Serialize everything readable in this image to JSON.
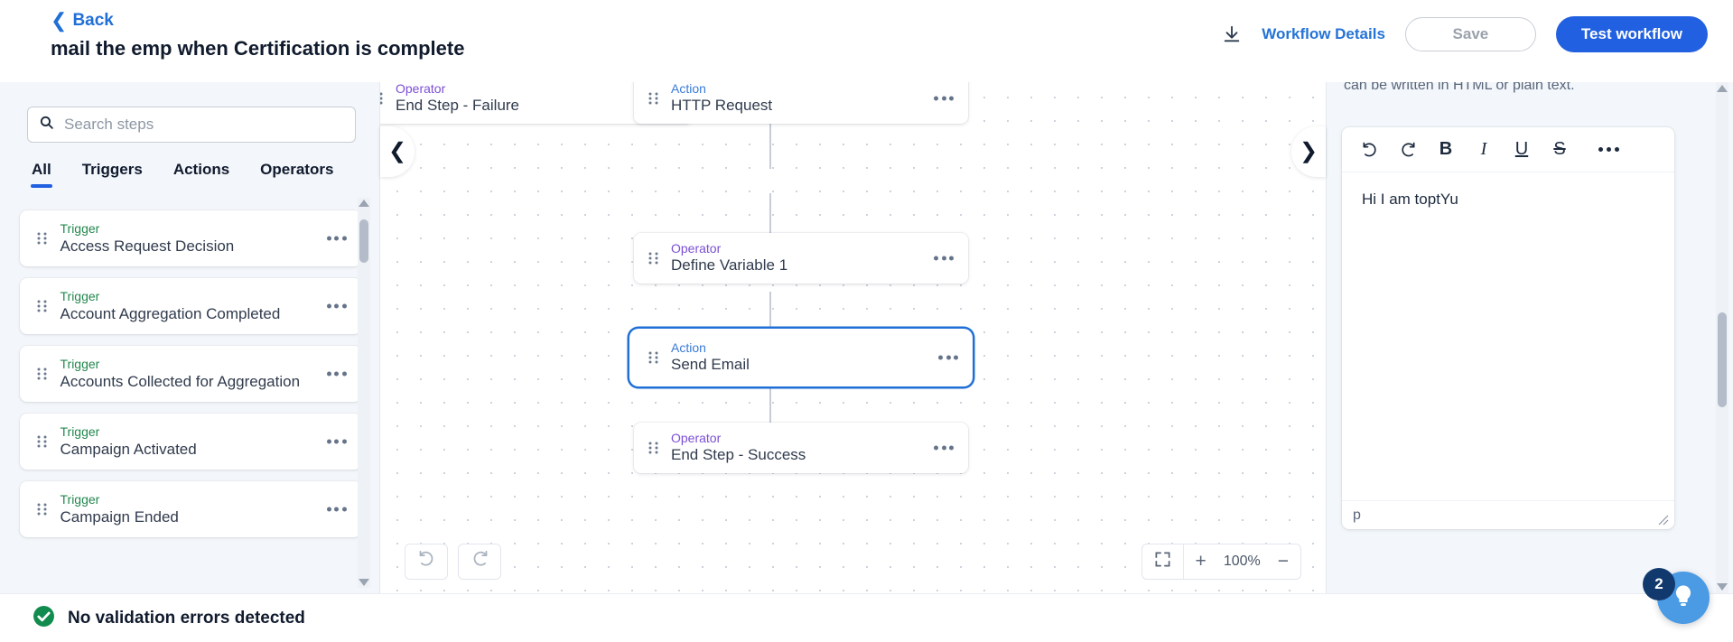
{
  "header": {
    "back_label": "Back",
    "title": "mail the emp when Certification is complete",
    "download_icon": "download-icon",
    "workflow_details_link": "Workflow Details",
    "save_label": "Save",
    "test_label": "Test workflow",
    "accent_color": "#2160e0",
    "link_color": "#2573d6"
  },
  "sidebar": {
    "search": {
      "placeholder": "Search steps",
      "value": "",
      "icon": "search-icon"
    },
    "tabs": [
      {
        "label": "All",
        "active": true
      },
      {
        "label": "Triggers",
        "active": false
      },
      {
        "label": "Actions",
        "active": false
      },
      {
        "label": "Operators",
        "active": false
      }
    ],
    "steps": [
      {
        "kind": "Trigger",
        "name": "Access Request Decision"
      },
      {
        "kind": "Trigger",
        "name": "Account Aggregation Completed"
      },
      {
        "kind": "Trigger",
        "name": "Accounts Collected for Aggregation"
      },
      {
        "kind": "Trigger",
        "name": "Campaign Activated"
      },
      {
        "kind": "Trigger",
        "name": "Campaign Ended"
      }
    ],
    "kind_colors": {
      "trigger": "#22874e",
      "action": "#3a7ad9",
      "operator": "#7b4fd4"
    }
  },
  "canvas": {
    "nodes": [
      {
        "kind": "Operator",
        "name": "End Step - Failure",
        "selected": false
      },
      {
        "kind": "Action",
        "name": "HTTP Request",
        "selected": false
      },
      {
        "kind": "Operator",
        "name": "Define Variable 1",
        "selected": false
      },
      {
        "kind": "Action",
        "name": "Send Email",
        "selected": true
      },
      {
        "kind": "Operator",
        "name": "End Step - Success",
        "selected": false
      }
    ],
    "collapse_left_icon": "chevron-left-icon",
    "collapse_right_icon": "chevron-right-icon",
    "undo_icon": "undo-icon",
    "redo_icon": "redo-icon",
    "fit_icon": "fit-screen-icon",
    "zoom_in": "+",
    "zoom_level": "100%",
    "zoom_out": "−"
  },
  "right_panel": {
    "clipped_help_text": "can be written in HTML or plain text.",
    "toolbar": [
      {
        "icon": "undo-icon",
        "label": ""
      },
      {
        "icon": "redo-icon",
        "label": ""
      },
      {
        "icon": "bold-icon",
        "label": "B"
      },
      {
        "icon": "italic-icon",
        "label": "I"
      },
      {
        "icon": "underline-icon",
        "label": "U"
      },
      {
        "icon": "strikethrough-icon",
        "label": "S"
      },
      {
        "icon": "more-options-icon",
        "label": ""
      }
    ],
    "editor_content": "Hi I am toptYu",
    "status_path": "p"
  },
  "footer": {
    "validation_icon": "check-circle-icon",
    "validation_text": "No validation errors detected",
    "validation_color": "#118c4e"
  },
  "help": {
    "icon": "lightbulb-icon",
    "badge": "2"
  }
}
